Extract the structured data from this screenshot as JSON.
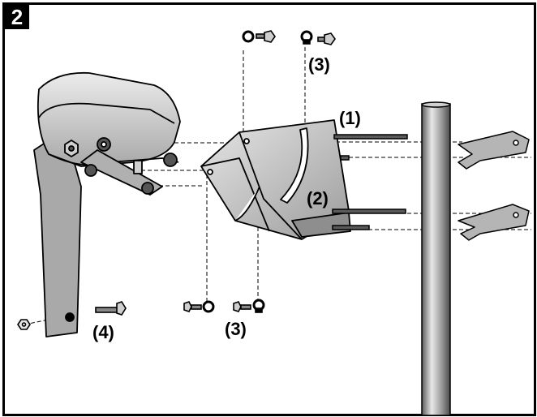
{
  "step_number": "2",
  "callouts": {
    "c1": "(1)",
    "c2": "(2)",
    "c3_top": "(3)",
    "c3_bottom": "(3)",
    "c4": "(4)"
  },
  "colors": {
    "line": "#000000",
    "part_light": "#d9d9d9",
    "part_mid": "#b3b3b3",
    "part_dark": "#6e6e6e",
    "pole": "#9a9a9a"
  }
}
